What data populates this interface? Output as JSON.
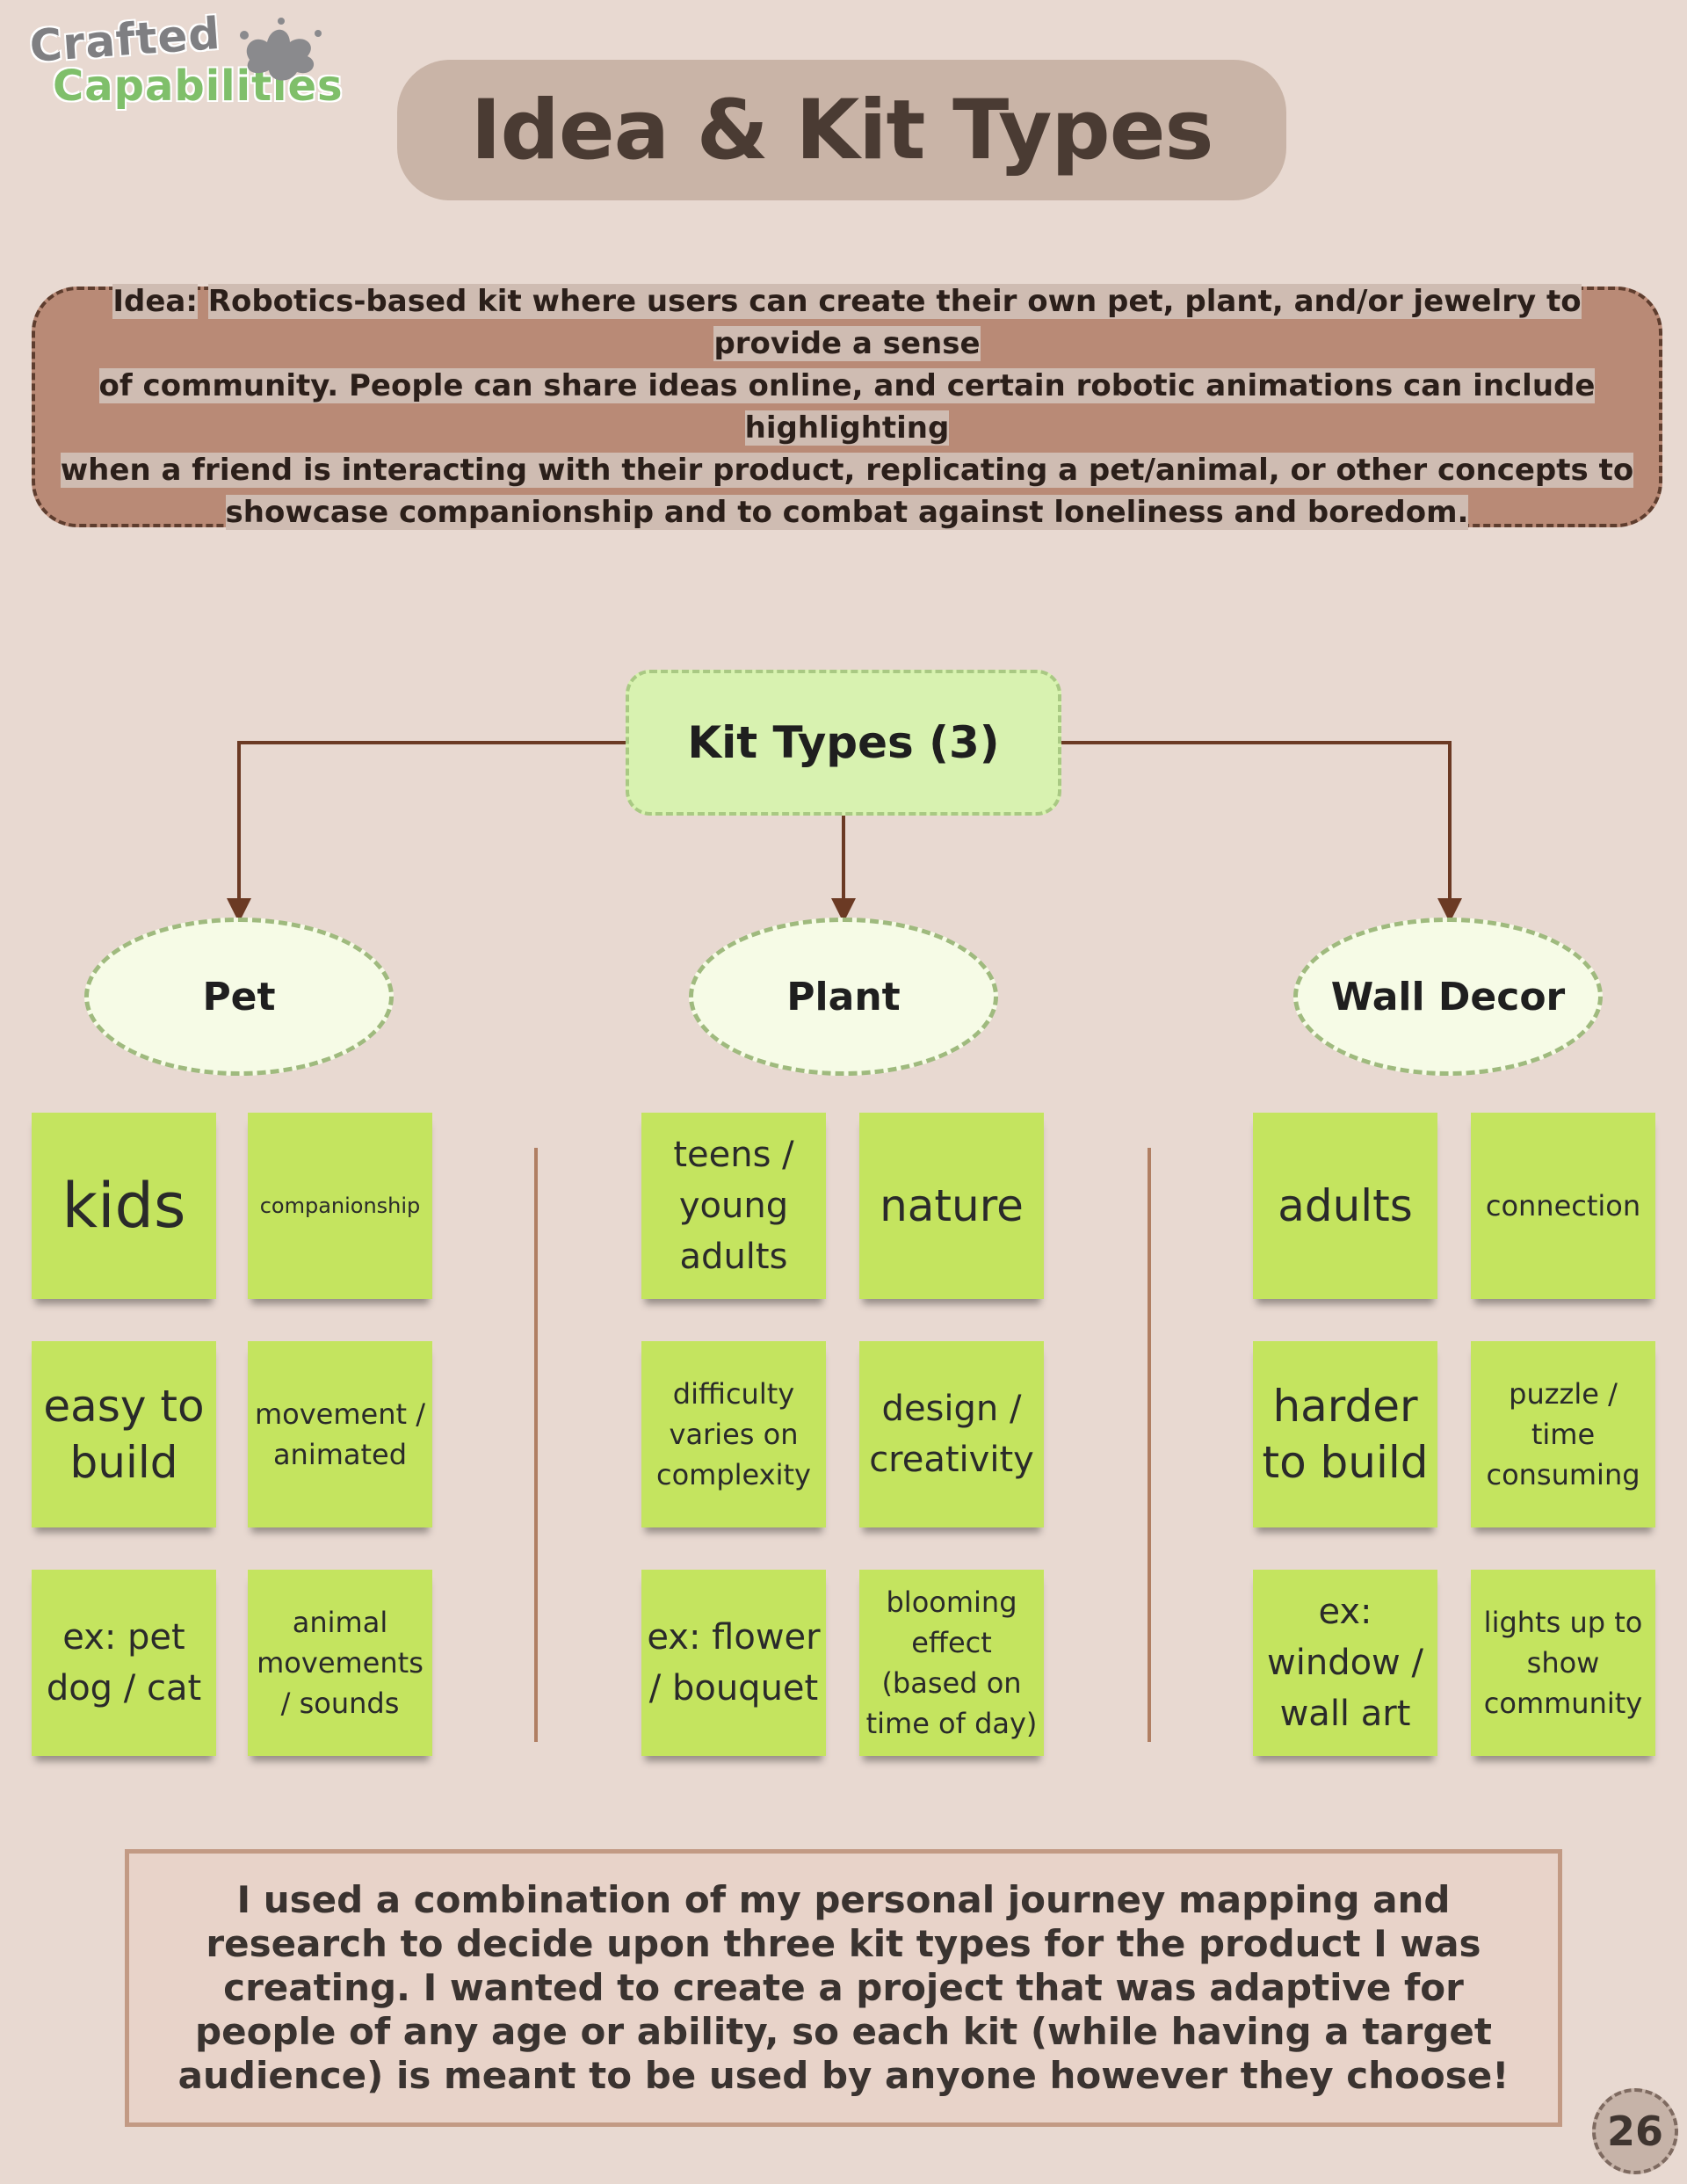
{
  "logo": {
    "line1": "Crafted",
    "line2": "Capabilities"
  },
  "title": "Idea & Kit Types",
  "idea": {
    "label": "Idea:",
    "lines": [
      "Robotics-based kit where users can create their own pet, plant, and/or jewelry to provide a sense",
      "of community. People can share ideas online, and certain robotic animations can include highlighting",
      "when a friend is interacting with their product, replicating a pet/animal, or other concepts to",
      "showcase companionship and to combat against loneliness and boredom."
    ]
  },
  "kit_types": {
    "root_label": "Kit Types (3)",
    "branches": [
      {
        "name": "Pet",
        "notes": [
          {
            "text": "kids",
            "size": "xl"
          },
          {
            "text": "companionship",
            "size": "xs"
          },
          {
            "text": "easy to build",
            "size": "l"
          },
          {
            "text": "movement / animated",
            "size": "s"
          },
          {
            "text": "ex: pet dog / cat",
            "size": "m"
          },
          {
            "text": "animal movements / sounds",
            "size": "s"
          }
        ]
      },
      {
        "name": "Plant",
        "notes": [
          {
            "text": "teens / young adults",
            "size": "m"
          },
          {
            "text": "nature",
            "size": "l"
          },
          {
            "text": "difficulty varies on complexity",
            "size": "s"
          },
          {
            "text": "design / creativity",
            "size": "m"
          },
          {
            "text": "ex: flower / bouquet",
            "size": "m"
          },
          {
            "text": "blooming effect (based on time of day)",
            "size": "s"
          }
        ]
      },
      {
        "name": "Wall Decor",
        "notes": [
          {
            "text": "adults",
            "size": "l"
          },
          {
            "text": "connection",
            "size": "s"
          },
          {
            "text": "harder to build",
            "size": "l"
          },
          {
            "text": "puzzle / time consuming",
            "size": "s"
          },
          {
            "text": "ex: window / wall art",
            "size": "m"
          },
          {
            "text": "lights up to show community",
            "size": "s"
          }
        ]
      }
    ]
  },
  "conclusion": "I used a combination of my personal journey mapping and research to decide upon three kit types for the product I was creating. I wanted to create a project that was adaptive for people of any age or ability, so each kit (while having a target audience) is meant to be used by anyone however they choose!",
  "page_number": "26",
  "colors": {
    "background": "#e8d9d1",
    "note": "#c4e45f",
    "arrow": "#6b3a24",
    "idea_box": "#b98a76"
  }
}
